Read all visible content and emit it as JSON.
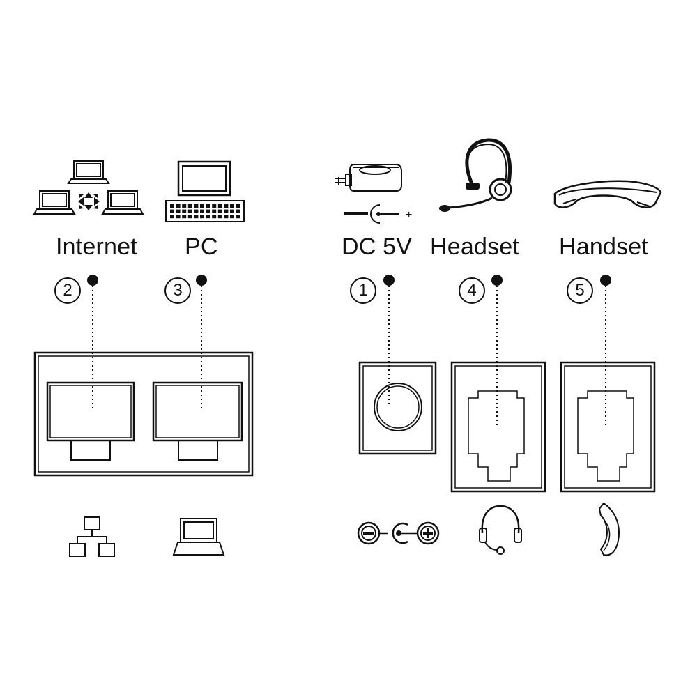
{
  "labels": {
    "internet": "Internet",
    "pc": "PC",
    "dc": "DC 5V",
    "headset": "Headset",
    "handset": "Handset"
  },
  "ports": {
    "internet": "2",
    "pc": "3",
    "dc": "1",
    "headset": "4",
    "handset": "5"
  },
  "dc_plus": "+",
  "colors": {
    "ink": "#111111",
    "paper": "#ffffff"
  }
}
